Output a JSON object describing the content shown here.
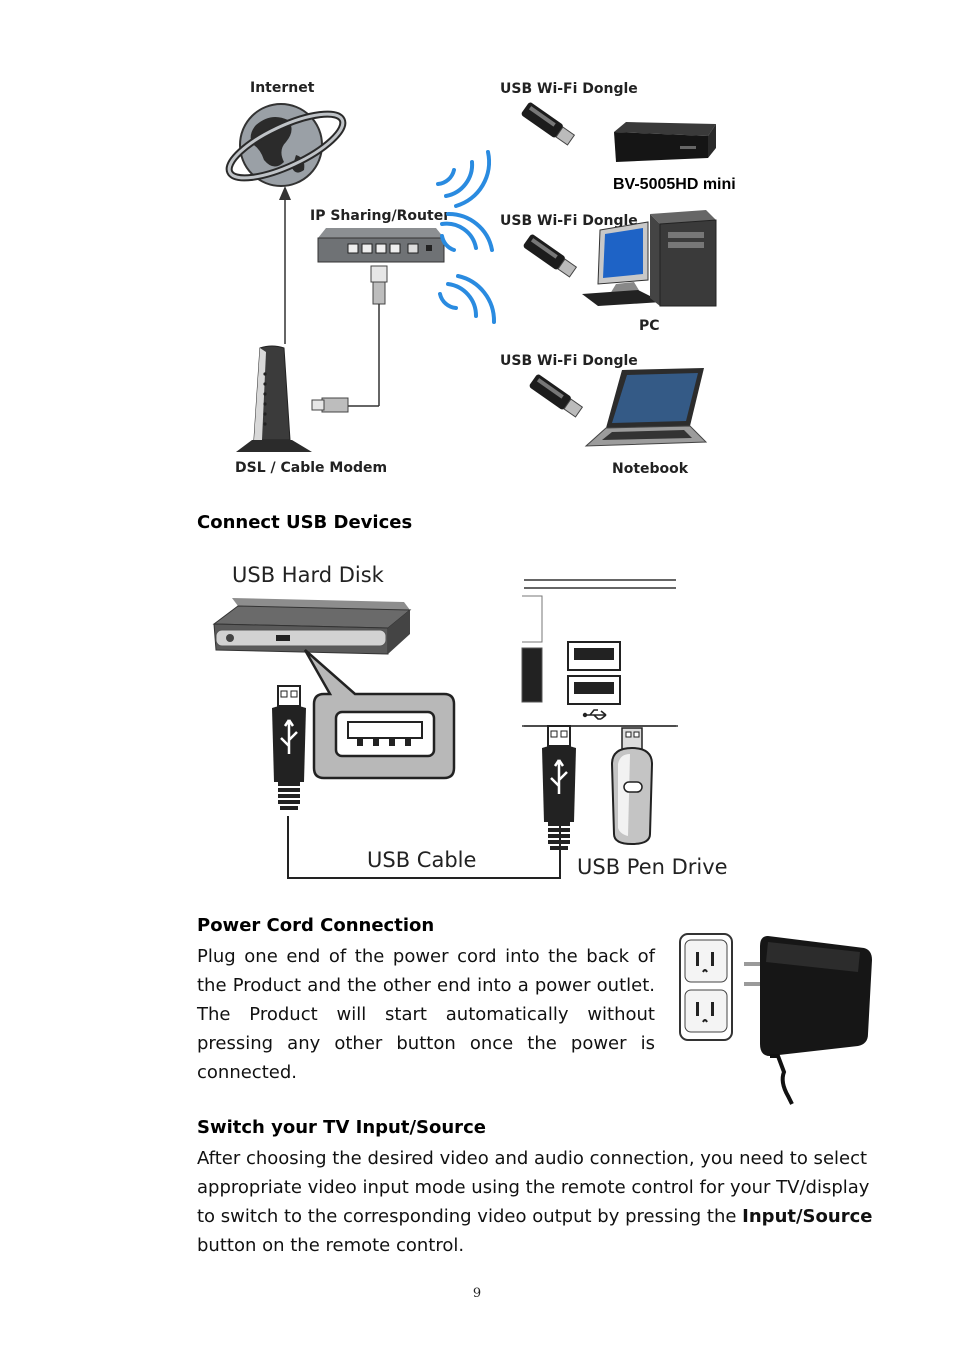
{
  "network_diagram": {
    "internet_label": "Internet",
    "router_label": "IP Sharing/Router",
    "modem_label": "DSL / Cable Modem",
    "dongle_label_1": "USB Wi-Fi Dongle",
    "dongle_label_2": "USB Wi-Fi Dongle",
    "dongle_label_3": "USB Wi-Fi Dongle",
    "player_label": "BV-5005HD mini",
    "pc_label": "PC",
    "notebook_label": "Notebook"
  },
  "usb_section": {
    "heading": "Connect USB Devices",
    "hard_disk_label": "USB Hard Disk",
    "cable_label": "USB Cable",
    "pen_drive_label": "USB Pen Drive"
  },
  "power_section": {
    "heading": "Power Cord Connection",
    "body": "Plug one end of the power cord into the back of the Product and the other end into a power outlet. The Product will start automatically without pressing any other button once the power is connected."
  },
  "tv_section": {
    "heading": "Switch your TV Input/Source",
    "body_before": "After choosing the desired video and audio connection, you need to select appropriate video input mode using the remote control for your TV/display to switch to the corresponding video output by pressing the ",
    "body_bold": "Input/Source",
    "body_after": " button on the remote control."
  },
  "page_number": "9"
}
